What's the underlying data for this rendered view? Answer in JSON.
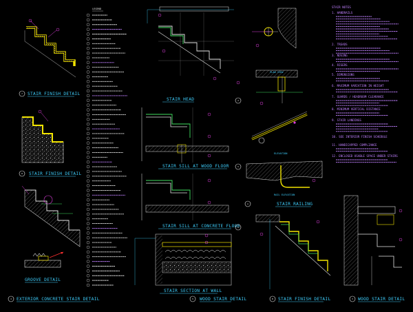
{
  "titles": {
    "stair_finish_detail_1": "STAIR FINISH DETAIL",
    "stair_finish_detail_2": "STAIR FINISH DETAIL",
    "exterior_concrete": "EXTERIOR CONCRETE STAIR DETAIL",
    "groove_detail": "GROOVE DETAIL",
    "stair_head": "STAIR HEAD",
    "stair_sill_wood": "STAIR SILL AT WOOD FLOOR",
    "stair_sill_concrete": "STAIR SILL AT CONCRETE FLOOR",
    "stair_section_wall": "STAIR SECTION AT WALL",
    "wood_stair_detail_mid": "WOOD STAIR DETAIL",
    "plan_view": "PLAN VIEW",
    "elevation": "ELEVATION",
    "rail_elevation": "RAIL ELEVATION",
    "stair_railing": "STAIR RAILING",
    "stair_finish_detail_3": "STAIR FINISH DETAIL",
    "wood_stair_detail_right": "WOOD STAIR DETAIL",
    "legend": "LEGEND",
    "notes": "STAIR NOTES"
  },
  "bubbles": [
    "7",
    "8",
    "4",
    "2",
    "5",
    "6",
    "9",
    "A",
    "B",
    "3",
    "1"
  ],
  "notes": [
    {
      "num": "1.",
      "head": "HANDRAILS"
    },
    {
      "num": "2.",
      "head": "TREADS"
    },
    {
      "num": "3.",
      "head": "NOSING"
    },
    {
      "num": "4.",
      "head": "RISERS"
    },
    {
      "num": "5.",
      "head": "DIMENSIONS"
    },
    {
      "num": "6.",
      "head": "MAXIMUM VARIATION IN HEIGHT"
    },
    {
      "num": "7.",
      "head": "GUARDS / HEADROOM CLEARANCE"
    },
    {
      "num": "8.",
      "head": "MINIMUM VERTICAL DISTANCE"
    },
    {
      "num": "9.",
      "head": "STAIR LANDINGS"
    },
    {
      "num": "10.",
      "head": "SEE INTERIOR FINISH SCHEDULE"
    },
    {
      "num": "11.",
      "head": "HANDICAPPED COMPLIANCE"
    },
    {
      "num": "12.",
      "head": "ENCLOSED USABLE SPACE UNDER STAIRS"
    }
  ],
  "colors": {
    "bg": "#000000",
    "cyan": "#3fd0ff",
    "yellow": "#f2e400",
    "magenta": "#e040e0",
    "purple": "#c080ff",
    "white": "#e6e6e6",
    "green": "#40e060",
    "red": "#ff3030",
    "gray": "#8a8a8a"
  }
}
